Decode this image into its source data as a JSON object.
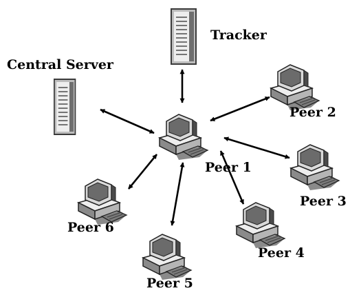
{
  "labels": {
    "tracker": "Tracker",
    "central_server": "Central Server",
    "peer1": "Peer 1",
    "peer2": "Peer 2",
    "peer3": "Peer 3",
    "peer4": "Peer 4",
    "peer5": "Peer 5",
    "peer6": "Peer 6"
  },
  "icons": {
    "tracker": "server-tower-icon",
    "central_server": "server-tower-icon",
    "peers": "computer-workstation-icon"
  },
  "colors": {
    "line": "#000000",
    "device_light": "#ffffff",
    "device_mid": "#9a9a9a",
    "device_dark": "#2a2a2a"
  }
}
